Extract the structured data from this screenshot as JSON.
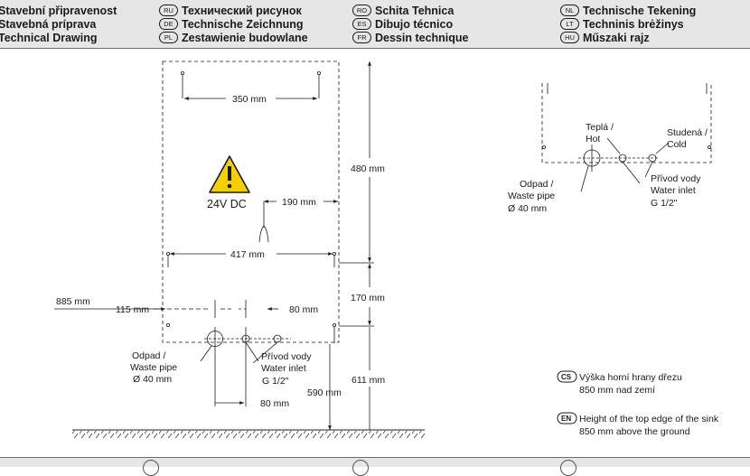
{
  "header": {
    "col1": [
      "Stavební připravenost",
      "Stavebná príprava",
      "Technical Drawing"
    ],
    "col2": [
      {
        "code": "RU",
        "text": "Технический рисунок"
      },
      {
        "code": "DE",
        "text": "Technische Zeichnung"
      },
      {
        "code": "PL",
        "text": "Zestawienie budowlane"
      }
    ],
    "col3": [
      {
        "code": "RO",
        "text": "Schita Tehnica"
      },
      {
        "code": "ES",
        "text": "Dibujo técnico"
      },
      {
        "code": "FR",
        "text": "Dessin technique"
      }
    ],
    "col4": [
      {
        "code": "NL",
        "text": "Technische Tekening"
      },
      {
        "code": "LT",
        "text": "Techninis brėžinys"
      },
      {
        "code": "HU",
        "text": "Műszaki rajz"
      }
    ]
  },
  "front_view": {
    "dim_350": "350 mm",
    "dim_480": "480 mm",
    "warning_text": "24V DC",
    "dim_190": "190 mm",
    "dim_417": "417 mm",
    "dim_885": "885 mm",
    "dim_170": "170 mm",
    "dim_115": "115 mm",
    "dim_80_top": "80 mm",
    "waste_1": "Odpad /",
    "waste_2": "Waste pipe",
    "waste_3": "Ø 40 mm",
    "inlet_1": "Přívod vody",
    "inlet_2": "Water inlet",
    "inlet_3": "G 1/2\"",
    "dim_611": "611 mm",
    "dim_590": "590 mm",
    "dim_80_bottom": "80 mm"
  },
  "side_view": {
    "hot_1": "Teplá /",
    "hot_2": "Hot",
    "cold_1": "Studená /",
    "cold_2": "Cold",
    "waste_1": "Odpad /",
    "waste_2": "Waste pipe",
    "waste_3": "Ø 40 mm",
    "inlet_1": "Přívod vody",
    "inlet_2": "Water inlet",
    "inlet_3": "G 1/2\""
  },
  "notes": {
    "cs_code": "CS",
    "cs_1": "Výška horní hrany dřezu",
    "cs_2": "850 mm nad zemí",
    "en_code": "EN",
    "en_1": "Height of the top edge of the sink",
    "en_2": "850 mm above the ground"
  }
}
